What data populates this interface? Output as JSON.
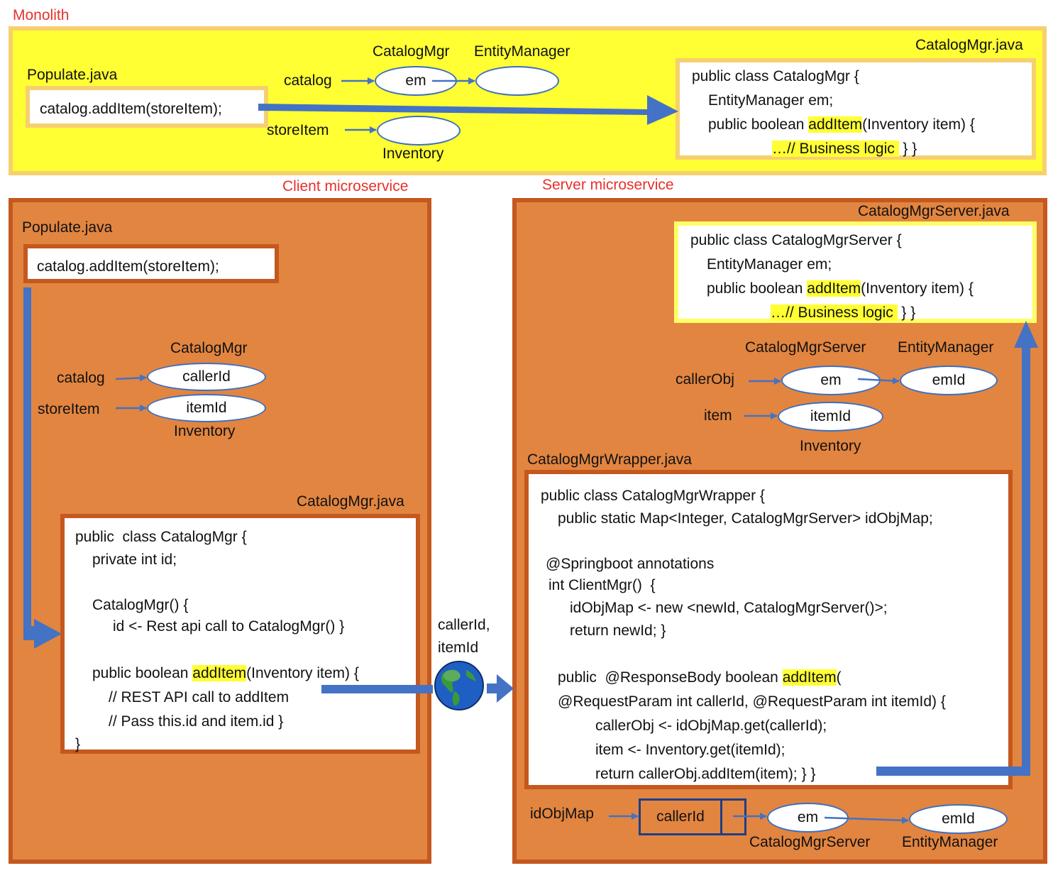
{
  "monolith": {
    "title": "Monolith",
    "populate_file": "Populate.java",
    "call": "catalog.addItem(storeItem);",
    "catalog_label": "catalog",
    "storeitem_label": "storeItem",
    "catalogmgr_label": "CatalogMgr",
    "entitymanager_label": "EntityManager",
    "em_label": "em",
    "inventory_label": "Inventory",
    "catalogmgr_file": "CatalogMgr.java",
    "code": {
      "l1": "public class CatalogMgr {",
      "l2": "EntityManager em;",
      "l3_pre": "public boolean ",
      "l3_hl": "addItem",
      "l3_post": "(Inventory item) {",
      "l4_hl": "…// Business logic ",
      "l4_post": " } }"
    }
  },
  "client": {
    "title": "Client microservice",
    "populate_file": "Populate.java",
    "call": "catalog.addItem(storeItem);",
    "catalogmgr_label": "CatalogMgr",
    "catalog_label": "catalog",
    "storeitem_label": "storeItem",
    "callerid_label": "callerId",
    "itemid_label": "itemId",
    "inventory_label": "Inventory",
    "catalogmgr_file": "CatalogMgr.java",
    "code": {
      "l1": "public  class CatalogMgr {",
      "l2": "private int id;",
      "l3": "CatalogMgr() {",
      "l4": "id <- Rest api call to CatalogMgr() }",
      "l5_pre": "public boolean ",
      "l5_hl": "addItem",
      "l5_post": "(Inventory item) {",
      "l6": "// REST API call to addItem",
      "l7": "// Pass this.id and item.id }",
      "l8": "}"
    }
  },
  "network": {
    "line1": "callerId,",
    "line2": "itemId"
  },
  "server": {
    "title": "Server microservice",
    "server_file": "CatalogMgrServer.java",
    "server_code": {
      "l1": "public class CatalogMgrServer {",
      "l2": "EntityManager em;",
      "l3_pre": "public boolean ",
      "l3_hl": "addItem",
      "l3_post": "(Inventory item) {",
      "l4_hl": "…// Business logic ",
      "l4_post": " } }"
    },
    "catalogmgrserver_label": "CatalogMgrServer",
    "entitymanager_label": "EntityManager",
    "callerobj_label": "callerObj",
    "item_label": "item",
    "em_label": "em",
    "emid_label": "emId",
    "itemid_label": "itemId",
    "inventory_label": "Inventory",
    "wrapper_file": "CatalogMgrWrapper.java",
    "wrapper_code": {
      "l1": "public class CatalogMgrWrapper {",
      "l2": "public static Map<Integer, CatalogMgrServer> idObjMap;",
      "l3": "@Springboot annotations",
      "l4": "int ClientMgr()  {",
      "l5": "idObjMap <- new <newId, CatalogMgrServer()>;",
      "l6": "return newId; }",
      "l7_pre": "public  @ResponseBody boolean ",
      "l7_hl": "addItem",
      "l7_post": "(",
      "l8": "@RequestParam int callerId, @RequestParam int itemId) {",
      "l9": "callerObj <- idObjMap.get(callerId);",
      "l10": "item <- Inventory.get(itemId);",
      "l11": "return callerObj.addItem(item); } }"
    },
    "idobjmap_label": "idObjMap",
    "map_callerid_label": "callerId",
    "bottom_em_label": "em",
    "bottom_emid_label": "emId",
    "bottom_catalogmgrserver_label": "CatalogMgrServer",
    "bottom_entitymanager_label": "EntityManager"
  },
  "colors": {
    "arrow": "#4472c4",
    "orange_fill": "#e28540",
    "orange_border": "#c4581e",
    "yellow_fill": "#ffff33",
    "yellow_border": "#f6d06f",
    "title_red": "#e8302a"
  }
}
